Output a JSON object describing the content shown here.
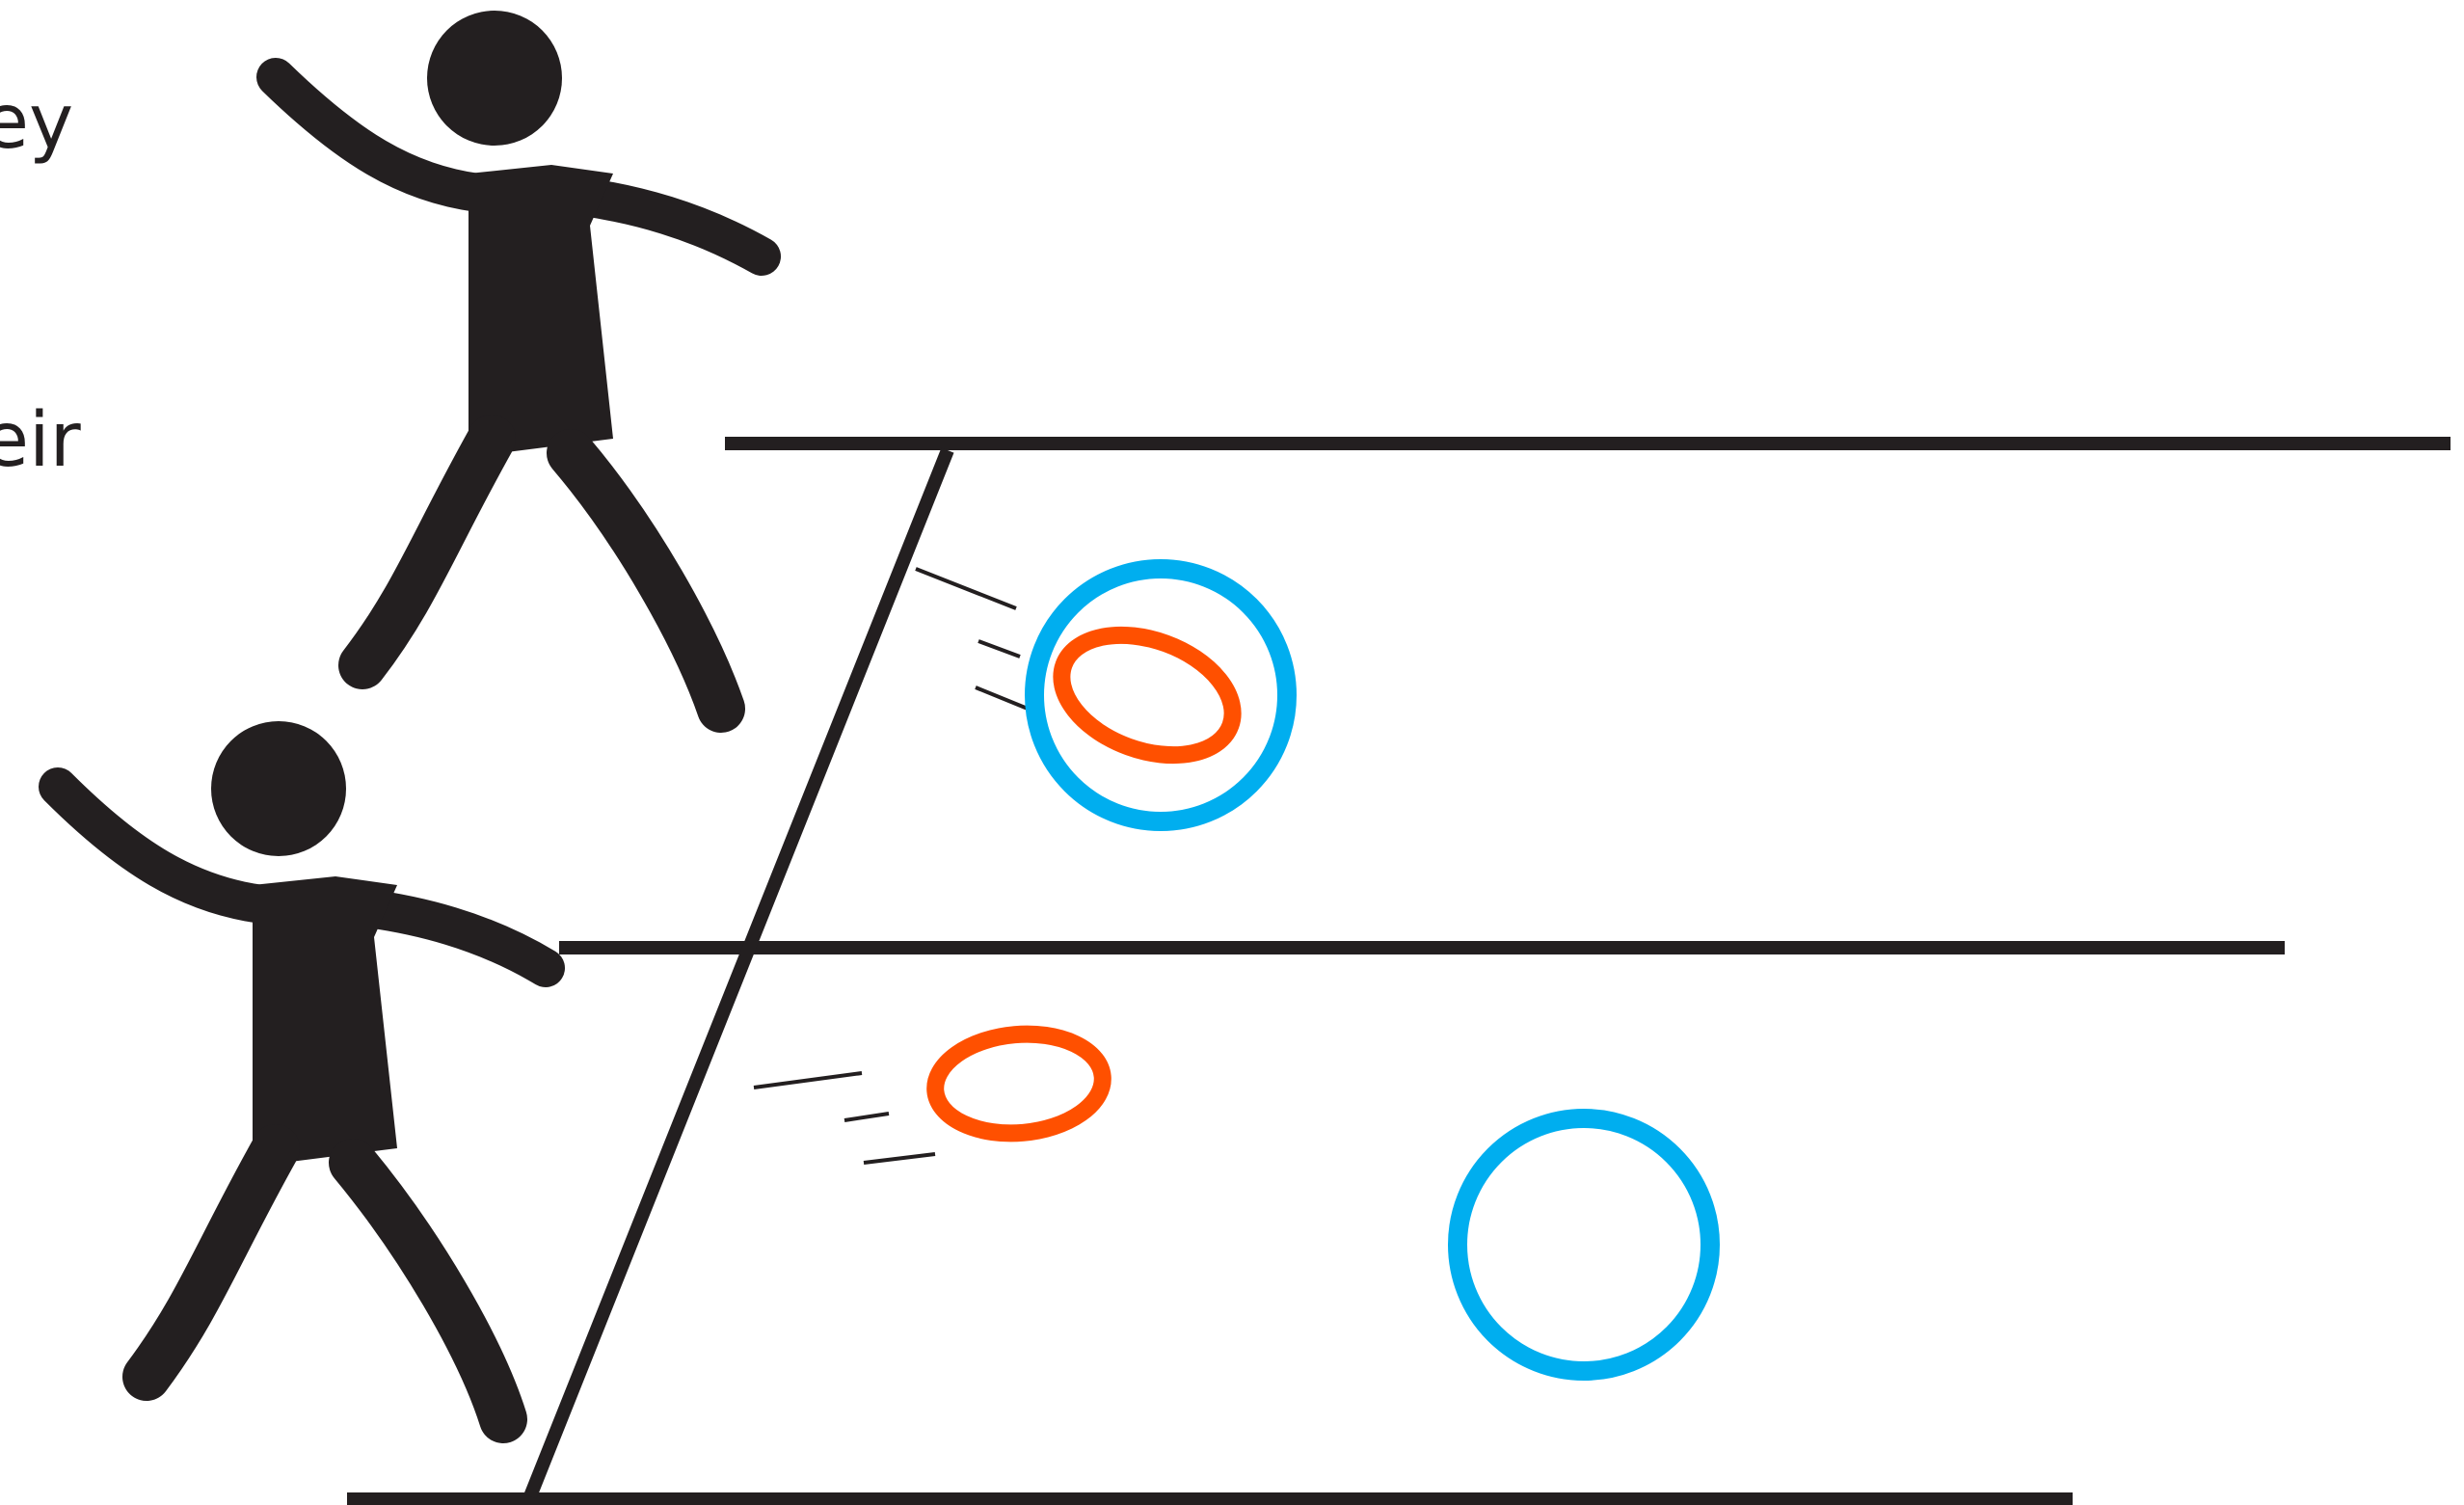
{
  "clipped_text": {
    "line_1": "ey",
    "line_2": "'",
    "line_3": "eir"
  },
  "colors": {
    "ink": "#231f20",
    "blue_ring": "#00aeef",
    "orange_ring": "#ff5000",
    "background": "#ffffff"
  },
  "icons": [
    "upper-thrower-figure",
    "lower-thrower-figure",
    "frisbee-disc",
    "target-ring",
    "motion-lines"
  ]
}
